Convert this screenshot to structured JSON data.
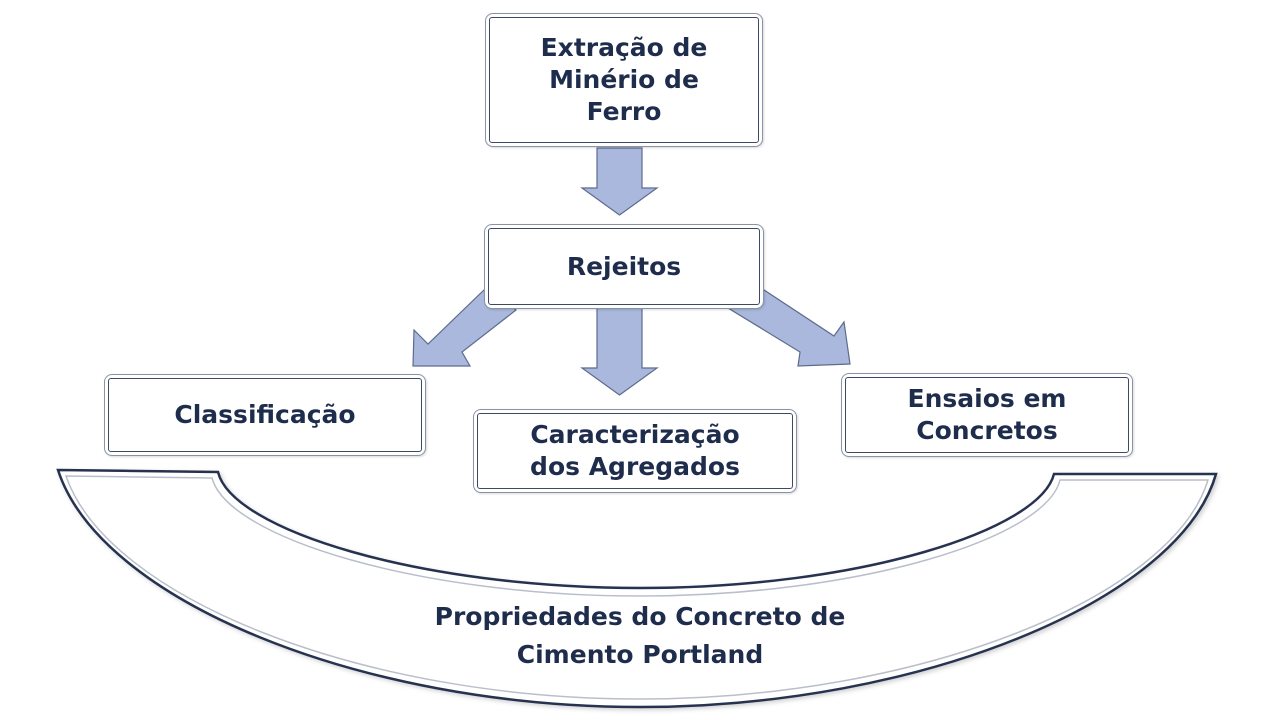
{
  "diagram": {
    "type": "flowchart",
    "colors": {
      "arrow_fill": "#a9b8dc",
      "arrow_stroke": "#5d6b8e",
      "text": "#1f2d4d",
      "box_outer_border": "#8a93a6",
      "box_inner_border": "#3d4a66",
      "arc_stroke": "#26324f"
    },
    "nodes": {
      "extracao": {
        "lines": [
          "Extração de",
          "Minério de",
          "Ferro"
        ]
      },
      "rejeitos": {
        "lines": [
          "Rejeitos"
        ]
      },
      "classificacao": {
        "lines": [
          "Classificação"
        ]
      },
      "caracterizacao": {
        "lines": [
          "Caracterização",
          "dos Agregados"
        ]
      },
      "ensaios": {
        "lines": [
          "Ensaios em",
          "Concretos"
        ]
      },
      "propriedades": {
        "lines": [
          "Propriedades do Concreto de",
          "Cimento Portland"
        ]
      }
    },
    "edges": [
      {
        "from": "extracao",
        "to": "rejeitos"
      },
      {
        "from": "rejeitos",
        "to": "classificacao"
      },
      {
        "from": "rejeitos",
        "to": "caracterizacao"
      },
      {
        "from": "rejeitos",
        "to": "ensaios"
      }
    ]
  }
}
